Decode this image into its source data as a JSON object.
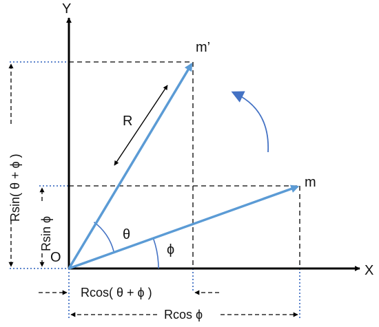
{
  "labels": {
    "y_axis": "Y",
    "x_axis": "X",
    "origin": "O",
    "point_m_prime": "m’",
    "point_m": "m",
    "radius": "R",
    "theta": "θ",
    "phi": "ϕ",
    "rsin_theta_phi": "Rsin( θ + ϕ )",
    "rsin_phi": "Rsin ϕ",
    "rcos_theta_phi": "Rcos( θ + ϕ )",
    "rcos_phi": "Rcos ϕ"
  },
  "colors": {
    "vector": "#5B9BD5",
    "axis": "#000000",
    "dashed_black": "#000000",
    "dashed_blue": "#4472C4",
    "rotation_arrow": "#4472C4"
  }
}
